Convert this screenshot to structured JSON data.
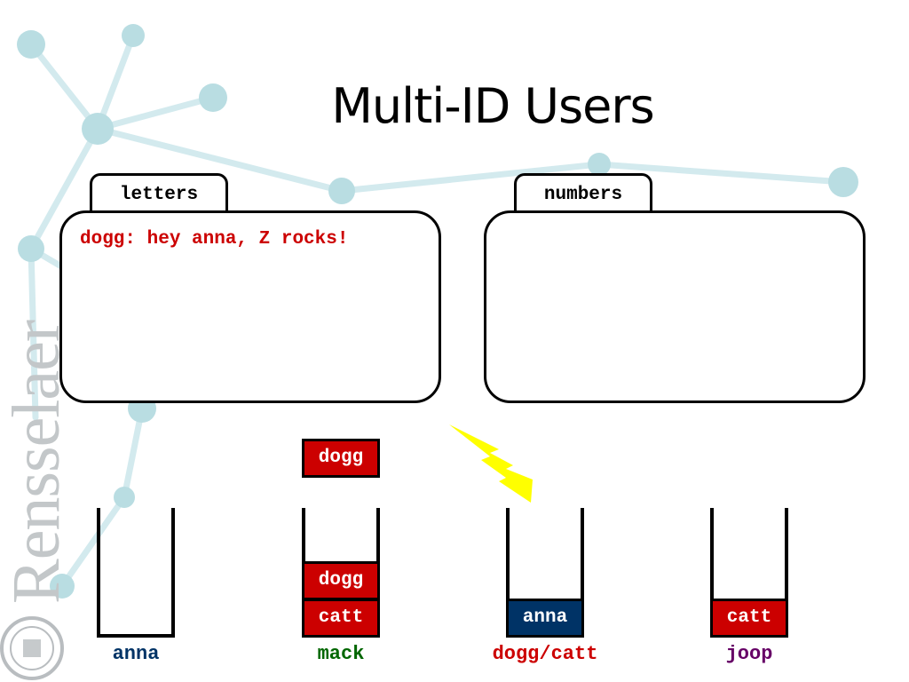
{
  "slide": {
    "title": "Multi-ID Users",
    "branding": {
      "wordmark": "Rensselaer"
    }
  },
  "windows": {
    "letters": {
      "tab_label": "letters",
      "message": "dogg: hey anna, Z rocks!"
    },
    "numbers": {
      "tab_label": "numbers",
      "message": ""
    }
  },
  "floating_token": {
    "label": "dogg"
  },
  "stacks": [
    {
      "label": "anna",
      "label_color": "#003366",
      "tokens": []
    },
    {
      "label": "mack",
      "label_color": "#006600",
      "tokens": [
        "dogg",
        "catt"
      ]
    },
    {
      "label": "dogg/catt",
      "label_color": "#cc0000",
      "tokens": [
        "anna"
      ]
    },
    {
      "label": "joop",
      "label_color": "#660066",
      "tokens": [
        "catt"
      ]
    }
  ],
  "colors": {
    "token_red": "#cc0000",
    "token_blue": "#003366",
    "message_red": "#cc0000",
    "lightning": "#ffff00",
    "network_bg": "#b9dde2"
  }
}
